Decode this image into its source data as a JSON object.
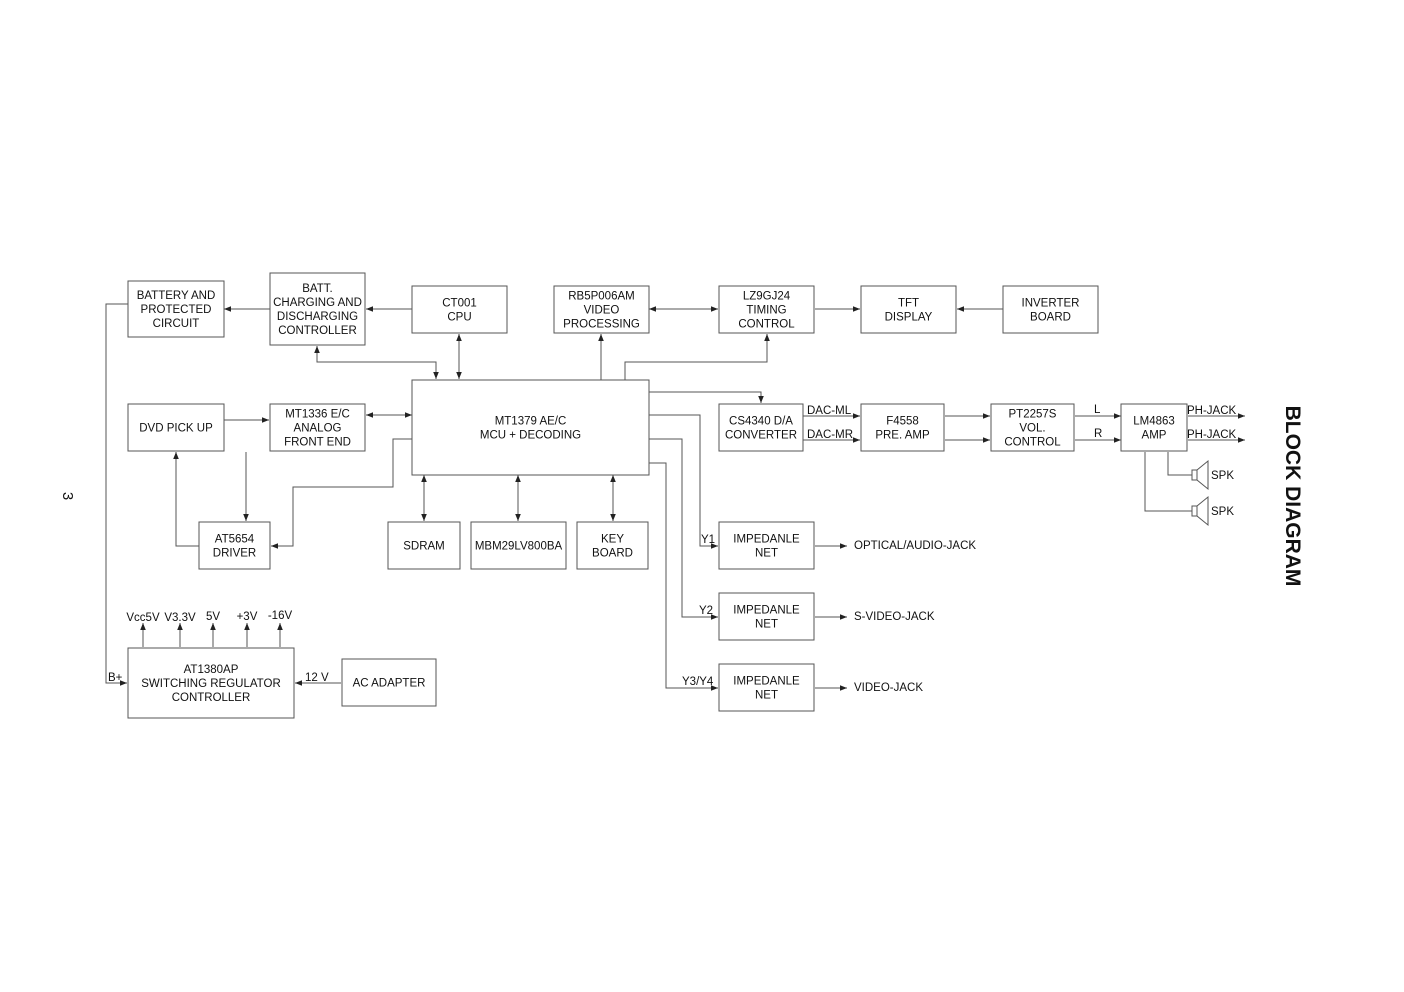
{
  "title": "BLOCK DIAGRAM",
  "page_number": "3",
  "blocks": {
    "battery": [
      "BATTERY AND",
      "PROTECTED",
      "CIRCUIT"
    ],
    "batt_charging": [
      "BATT.",
      "CHARGING AND",
      "DISCHARGING",
      "CONTROLLER"
    ],
    "cpu": [
      "CT001",
      "CPU"
    ],
    "video_proc": [
      "RB5P006AM",
      "VIDEO",
      "PROCESSING"
    ],
    "timing": [
      "LZ9GJ24",
      "TIMING",
      "CONTROL"
    ],
    "tft": [
      "TFT",
      "DISPLAY"
    ],
    "inverter": [
      "INVERTER",
      "BOARD"
    ],
    "dvd_pickup": [
      "DVD PICK UP"
    ],
    "analog_fe": [
      "MT1336 E/C",
      "ANALOG",
      "FRONT END"
    ],
    "mcu": [
      "MT1379 AE/C",
      "MCU + DECODING"
    ],
    "dac": [
      "CS4340 D/A",
      "CONVERTER"
    ],
    "preamp": [
      "F4558",
      "PRE. AMP"
    ],
    "volctrl": [
      "PT2257S",
      "VOL.",
      "CONTROL"
    ],
    "amp": [
      "LM4863",
      "AMP"
    ],
    "driver": [
      "AT5654",
      "DRIVER"
    ],
    "sdram": [
      "SDRAM"
    ],
    "flash": [
      "MBM29LV800BA"
    ],
    "keyboard": [
      "KEY",
      "BOARD"
    ],
    "imp1": [
      "IMPEDANLE",
      "NET"
    ],
    "imp2": [
      "IMPEDANLE",
      "NET"
    ],
    "imp3": [
      "IMPEDANLE",
      "NET"
    ],
    "regulator": [
      "AT1380AP",
      "SWITCHING REGULATOR",
      "CONTROLLER"
    ],
    "adapter": [
      "AC ADAPTER"
    ]
  },
  "labels": {
    "dac_ml": "DAC-ML",
    "dac_mr": "DAC-MR",
    "left": "L",
    "right": "R",
    "ph_jack_1": "PH-JACK",
    "ph_jack_2": "PH-JACK",
    "spk_1": "SPK",
    "spk_2": "SPK",
    "y1": "Y1",
    "y2": "Y2",
    "y3y4": "Y3/Y4",
    "optical_jack": "OPTICAL/AUDIO-JACK",
    "svideo_jack": "S-VIDEO-JACK",
    "video_jack": "VIDEO-JACK",
    "vcc5v": "Vcc5V",
    "v33": "V3.3V",
    "v5": "5V",
    "p3v": "+3V",
    "m16v": "-16V",
    "v12": "12 V",
    "bplus": "B+"
  }
}
